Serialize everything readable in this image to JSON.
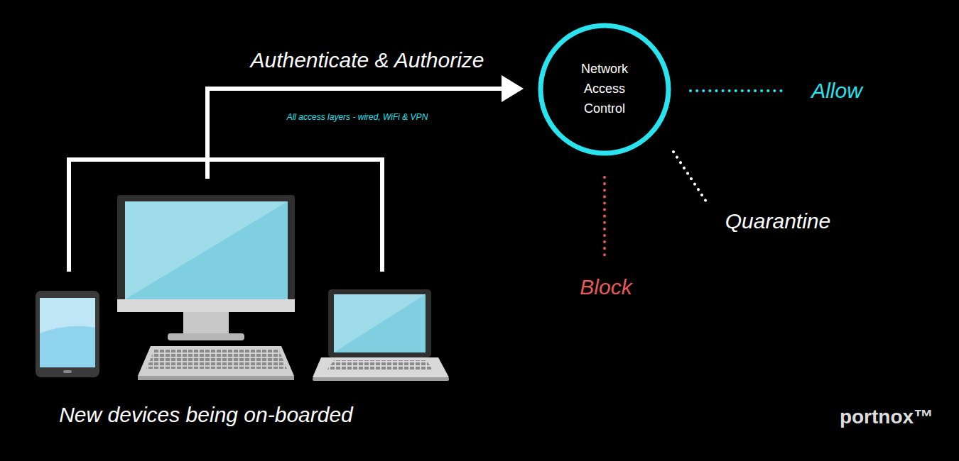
{
  "diagram": {
    "nodes": [
      {
        "text": [
          "Network Access Control"
        ]
      }
    ],
    "labels": [
      "Authenticate & Authorize",
      "All access layers - wired, WiFi & VPN",
      "Allow",
      "Quarantine",
      "Block",
      "New devices being on-boarded",
      "portnox™"
    ]
  }
}
